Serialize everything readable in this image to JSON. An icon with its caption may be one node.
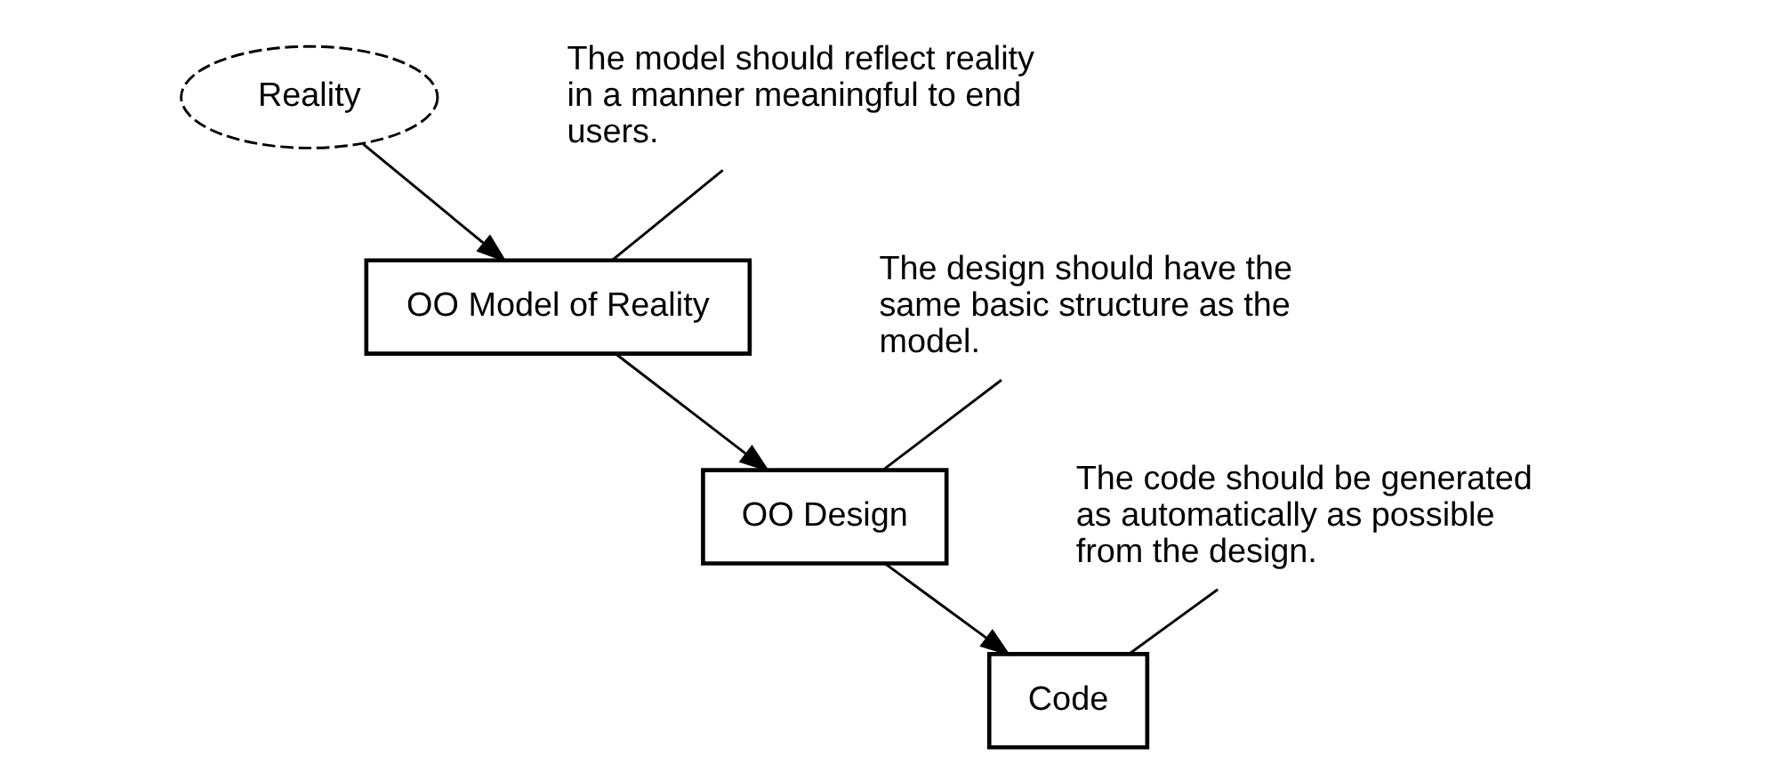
{
  "diagram": {
    "nodes": [
      {
        "text": [
          "Reality"
        ]
      },
      {
        "text": [
          "OO Model of Reality"
        ]
      },
      {
        "text": [
          "OO Design"
        ]
      },
      {
        "text": [
          "Code"
        ]
      },
      {
        "text": [
          "The model should reflect reality in a manner meaningful to end users."
        ]
      },
      {
        "text": [
          "The design should have the same basic structure as the model."
        ]
      },
      {
        "text": [
          "The code should be generated as automatically as possible from the design."
        ]
      }
    ],
    "edges": [
      {
        "from": 0,
        "to": 1,
        "arrow": "to"
      },
      {
        "from": 1,
        "to": 2,
        "arrow": "to"
      },
      {
        "from": 2,
        "to": 3,
        "arrow": "to"
      },
      {
        "from": 4,
        "to": 1,
        "arrow": "none"
      },
      {
        "from": 5,
        "to": 2,
        "arrow": "none"
      },
      {
        "from": 6,
        "to": 3,
        "arrow": "none"
      }
    ]
  }
}
